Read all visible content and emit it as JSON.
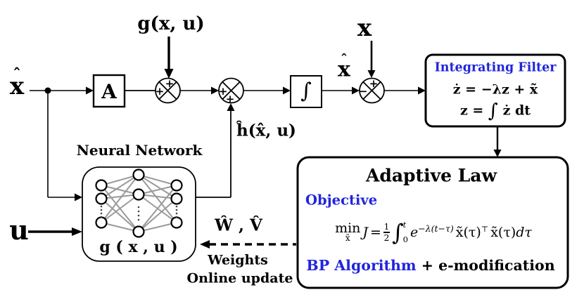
{
  "colors": {
    "accent_blue": "#2025dd",
    "line_black": "#000000",
    "nn_link_gray": "#9a9a9a"
  },
  "inputs": {
    "xhat_left": {
      "hat": "ˆ",
      "letter": "x"
    },
    "u": "u",
    "g_top": "g(x, u)",
    "x_top": "x"
  },
  "signals": {
    "xhat_mid": {
      "hat": "ˆ",
      "letter": "x"
    },
    "h_hat": "ĥ(x̂, u)"
  },
  "junctions": {
    "j1": {
      "sign_top": "+",
      "sign_left": "+"
    },
    "j2": {
      "sign_left": "+",
      "sign_bottom": "+"
    },
    "j3": {
      "sign_top": "+",
      "sign_left": "−"
    }
  },
  "blocks": {
    "a_gain": {
      "label": "A"
    },
    "integrator": {
      "label": "∫"
    },
    "neural_network": {
      "title": "Neural Network",
      "label": "g ( x , u )"
    },
    "integrating_filter": {
      "title": "Integrating Filter",
      "eq1": "ż = −λz + x̃",
      "eq2_pre": "z = ",
      "eq2_int": "∫",
      "eq2_post": " ż  dt"
    },
    "adaptive_law": {
      "title": "Adaptive Law",
      "objective_heading": "Objective",
      "formula": {
        "min": "min",
        "min_sub": "x̃",
        "J": "J",
        "eq": "=",
        "num": "1",
        "den": "2",
        "int": "∫",
        "int_sup": "t",
        "int_sub": "0",
        "e": "e",
        "e_sup": "−λ(t−τ)",
        "term1": "x̃(τ)",
        "term1_sup": "⊤",
        "term2": "x̃(τ)",
        "dtau": "dτ"
      },
      "bp": "BP Algorithm",
      "bp_rest": " + e-modification"
    }
  },
  "weights_update": {
    "wv": "Ŵ , V̂",
    "line1": "Weights",
    "line2": "Online update"
  }
}
